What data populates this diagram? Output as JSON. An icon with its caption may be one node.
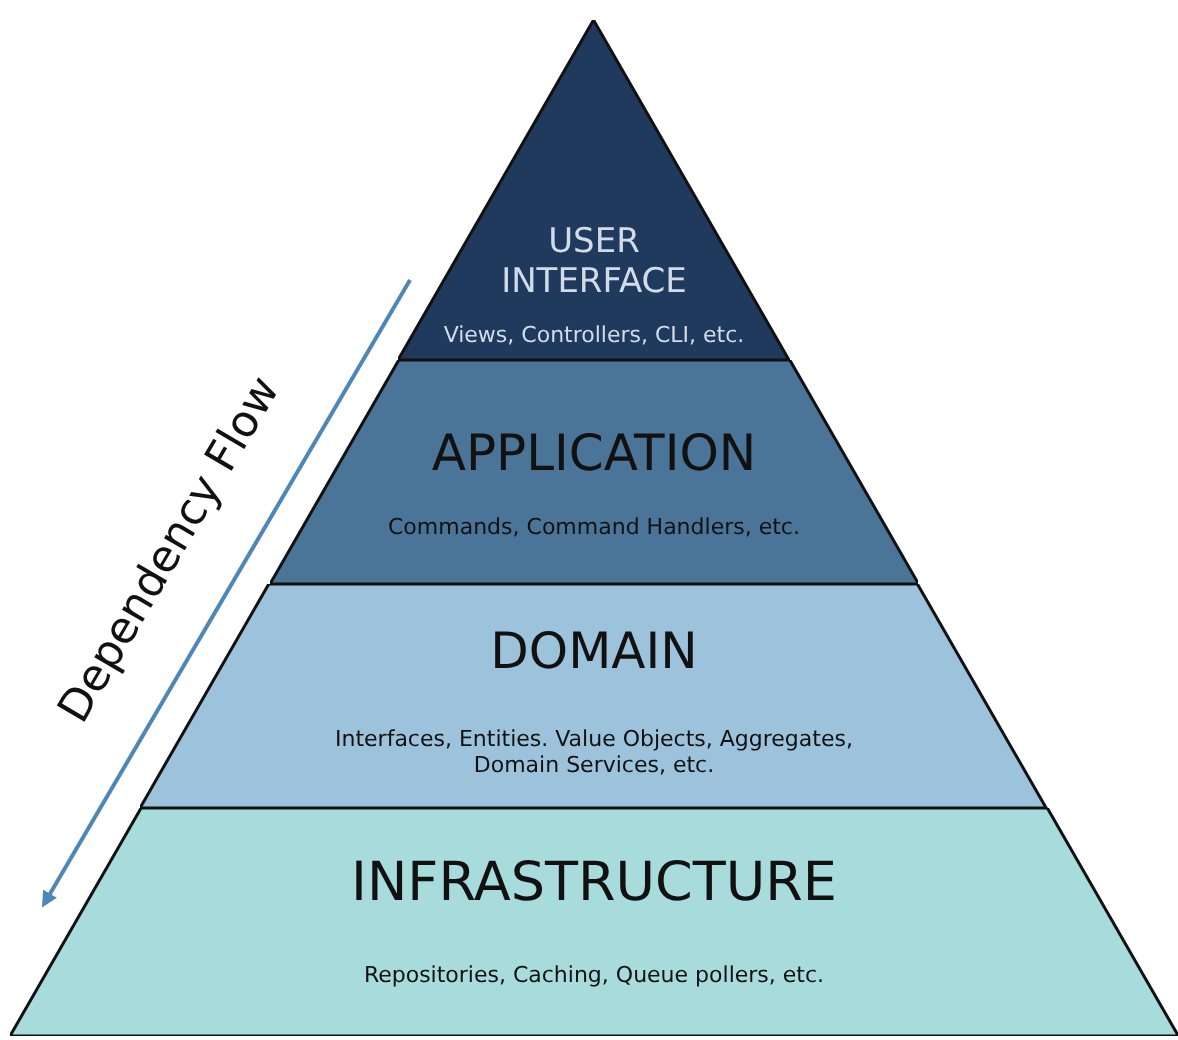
{
  "diagram": {
    "nodes": [
      {
        "text": [
          "USER INTERFACE",
          "Views, Controllers, CLI, etc."
        ]
      },
      {
        "text": [
          "APPLICATION",
          "Commands, Command Handlers, etc."
        ]
      },
      {
        "text": [
          "DOMAIN",
          "Interfaces, Entities. Value Objects, Aggregates, Domain Services, etc."
        ]
      },
      {
        "text": [
          "INFRASTRUCTURE",
          "Repositories, Caching, Queue pollers, etc."
        ]
      }
    ],
    "labels": [
      "Dependency Flow"
    ]
  }
}
